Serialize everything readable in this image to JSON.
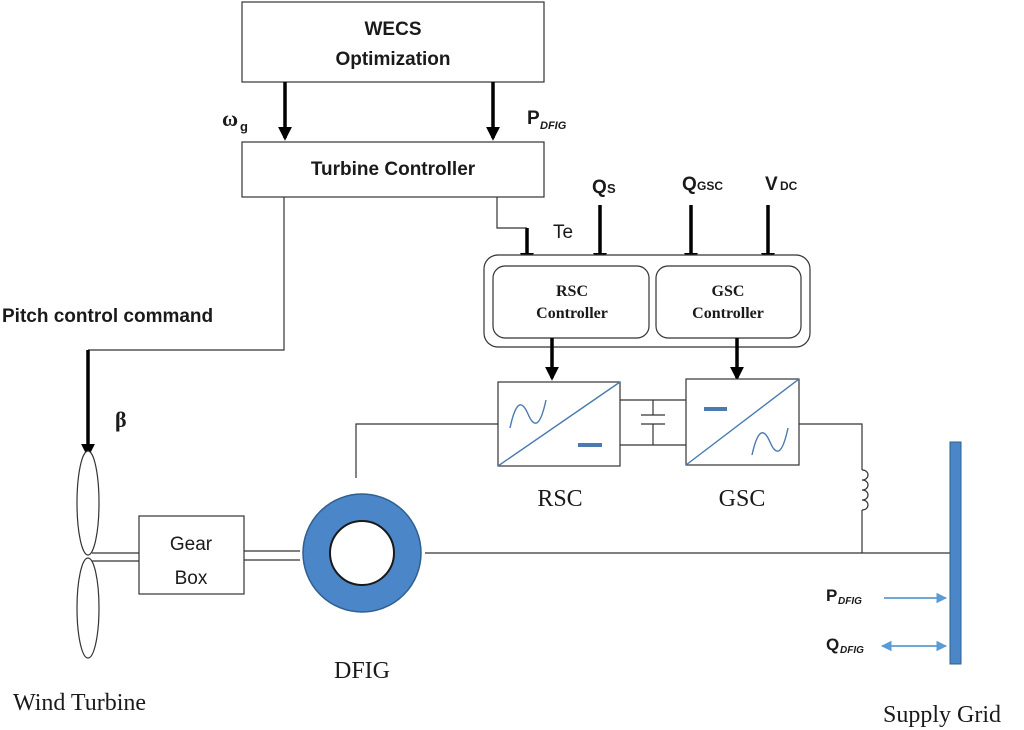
{
  "blocks": {
    "wecs_line1": "WECS",
    "wecs_line2": "Optimization",
    "turbine_controller": "Turbine Controller",
    "rsc_controller_line1": "RSC",
    "rsc_controller_line2": "Controller",
    "gsc_controller_line1": "GSC",
    "gsc_controller_line2": "Controller",
    "gear_line1": "Gear",
    "gear_line2": "Box"
  },
  "signals": {
    "omega_main": "ω",
    "omega_sub": "g",
    "p_dfig_main": "P",
    "p_dfig_sub": "DFIG",
    "te": "Te",
    "qs_main": "Q",
    "qs_sub": "S",
    "qgsc_main": "Q",
    "qgsc_sub": "GSC",
    "vdc_main": "V",
    "vdc_sub": "DC",
    "pitch": "Pitch control command",
    "beta": "β"
  },
  "components": {
    "rsc": "RSC",
    "gsc": "GSC",
    "dfig": "DFIG",
    "wind_turbine": "Wind Turbine",
    "supply_grid": "Supply Grid"
  },
  "grid_signals": {
    "p_main": "P",
    "p_sub": "DFIG",
    "q_main": "Q",
    "q_sub": "DFIG"
  },
  "colors": {
    "accent_blue": "#5b9bd5",
    "grid_bar": "#4a86c8",
    "dfig_ring": "#4a86c8"
  }
}
